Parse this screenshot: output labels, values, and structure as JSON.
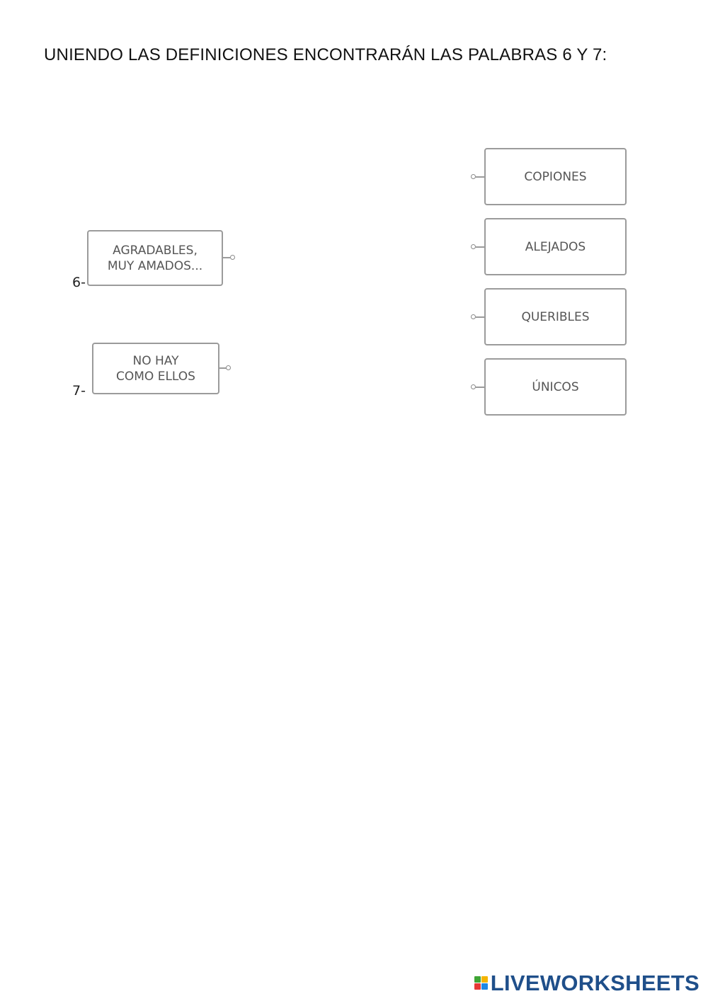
{
  "header": {
    "title": "UNIENDO LAS DEFINICIONES ENCONTRARÁN LAS PALABRAS 6 Y 7:"
  },
  "definitions": [
    {
      "number": "6-",
      "text": "AGRADABLES,\nMUY AMADOS..."
    },
    {
      "number": "7-",
      "text": "NO HAY\nCOMO ELLOS"
    }
  ],
  "words": [
    {
      "text": "COPIONES"
    },
    {
      "text": "ALEJADOS"
    },
    {
      "text": "QUERIBLES"
    },
    {
      "text": "ÚNICOS"
    }
  ],
  "footer": {
    "logo_text": "LIVEWORKSHEETS",
    "logo_colors": [
      "#3fa535",
      "#f4b400",
      "#e53935",
      "#1e88e5"
    ]
  }
}
